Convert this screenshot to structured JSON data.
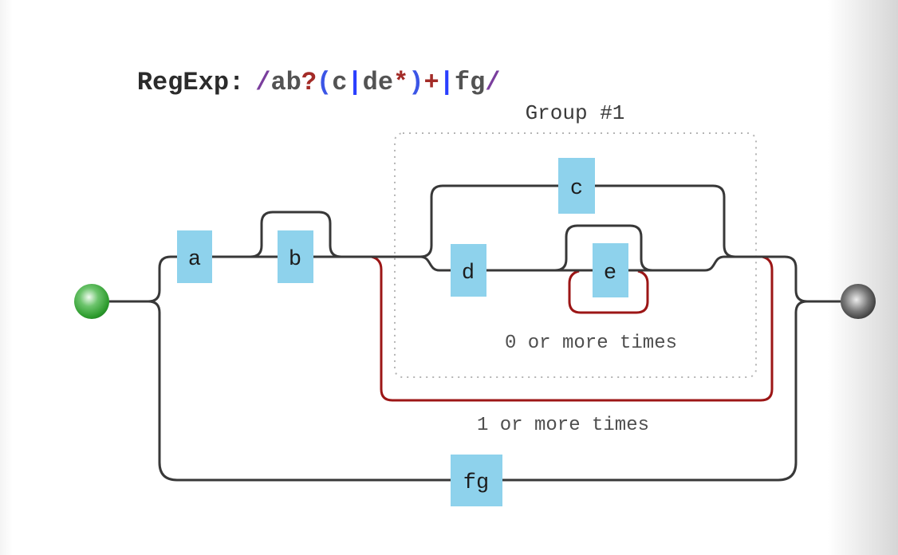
{
  "regex_line": {
    "label": "RegExp:",
    "full_pattern": "/ab?(c|de*)+|fg/",
    "tokens": [
      {
        "text": "/",
        "type": "delimiter"
      },
      {
        "text": "ab",
        "type": "literal"
      },
      {
        "text": "?",
        "type": "quantifier"
      },
      {
        "text": "(",
        "type": "group_paren"
      },
      {
        "text": "c",
        "type": "literal"
      },
      {
        "text": "|",
        "type": "alternation"
      },
      {
        "text": "de",
        "type": "literal"
      },
      {
        "text": "*",
        "type": "quantifier"
      },
      {
        "text": ")",
        "type": "group_paren"
      },
      {
        "text": "+",
        "type": "quantifier"
      },
      {
        "text": "|",
        "type": "alternation"
      },
      {
        "text": "fg",
        "type": "literal"
      },
      {
        "text": "/",
        "type": "delimiter"
      }
    ],
    "token_colors": {
      "label": "#2b2b2b",
      "delimiter": "#7a3e9d",
      "literal": "#535353",
      "quantifier": "#a32b27",
      "group_paren": "#3b55e6",
      "alternation": "#2a3fff"
    }
  },
  "diagram": {
    "group_label": "Group #1",
    "nodes": [
      {
        "id": "a",
        "label": "a"
      },
      {
        "id": "b",
        "label": "b"
      },
      {
        "id": "c",
        "label": "c"
      },
      {
        "id": "d",
        "label": "d"
      },
      {
        "id": "e",
        "label": "e"
      },
      {
        "id": "fg",
        "label": "fg"
      }
    ],
    "annotations": {
      "e_repeat": "0 or more times",
      "group_repeat": "1 or more times"
    },
    "colors": {
      "line": "#383838",
      "repeat_line": "#9c1616",
      "node_fill": "#8ed2ec",
      "node_text": "#1c1c1c",
      "group_border": "#b5b5b5",
      "group_label": "#3a3a3a",
      "annotation": "#4f4f4f",
      "start_green": "#2d9b2d",
      "end_gray": "#2b2b2b"
    }
  }
}
